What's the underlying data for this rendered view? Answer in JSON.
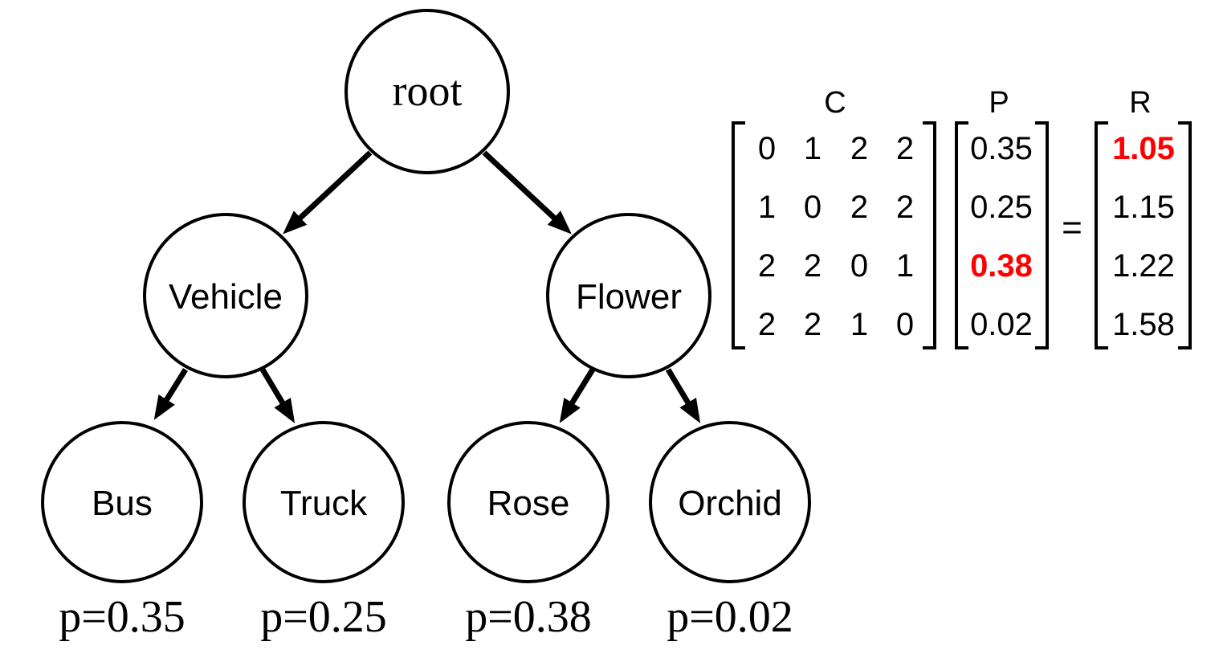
{
  "tree": {
    "root": {
      "label": "root"
    },
    "internal": [
      {
        "label": "Vehicle"
      },
      {
        "label": "Flower"
      }
    ],
    "leaves": [
      {
        "label": "Bus",
        "prob": "p=0.35"
      },
      {
        "label": "Truck",
        "prob": "p=0.25"
      },
      {
        "label": "Rose",
        "prob": "p=0.38"
      },
      {
        "label": "Orchid",
        "prob": "p=0.02"
      }
    ]
  },
  "equation": {
    "C": {
      "label": "C",
      "rows": [
        [
          "0",
          "1",
          "2",
          "2"
        ],
        [
          "1",
          "0",
          "2",
          "2"
        ],
        [
          "2",
          "2",
          "0",
          "1"
        ],
        [
          "2",
          "2",
          "1",
          "0"
        ]
      ]
    },
    "P": {
      "label": "P",
      "values": [
        "0.35",
        "0.25",
        "0.38",
        "0.02"
      ],
      "highlight_index": 2
    },
    "equals": "=",
    "R": {
      "label": "R",
      "values": [
        "1.05",
        "1.15",
        "1.22",
        "1.58"
      ],
      "highlight_index": 0
    }
  },
  "colors": {
    "stroke": "#000000",
    "text": "#000000",
    "highlight": "#ff0000"
  }
}
